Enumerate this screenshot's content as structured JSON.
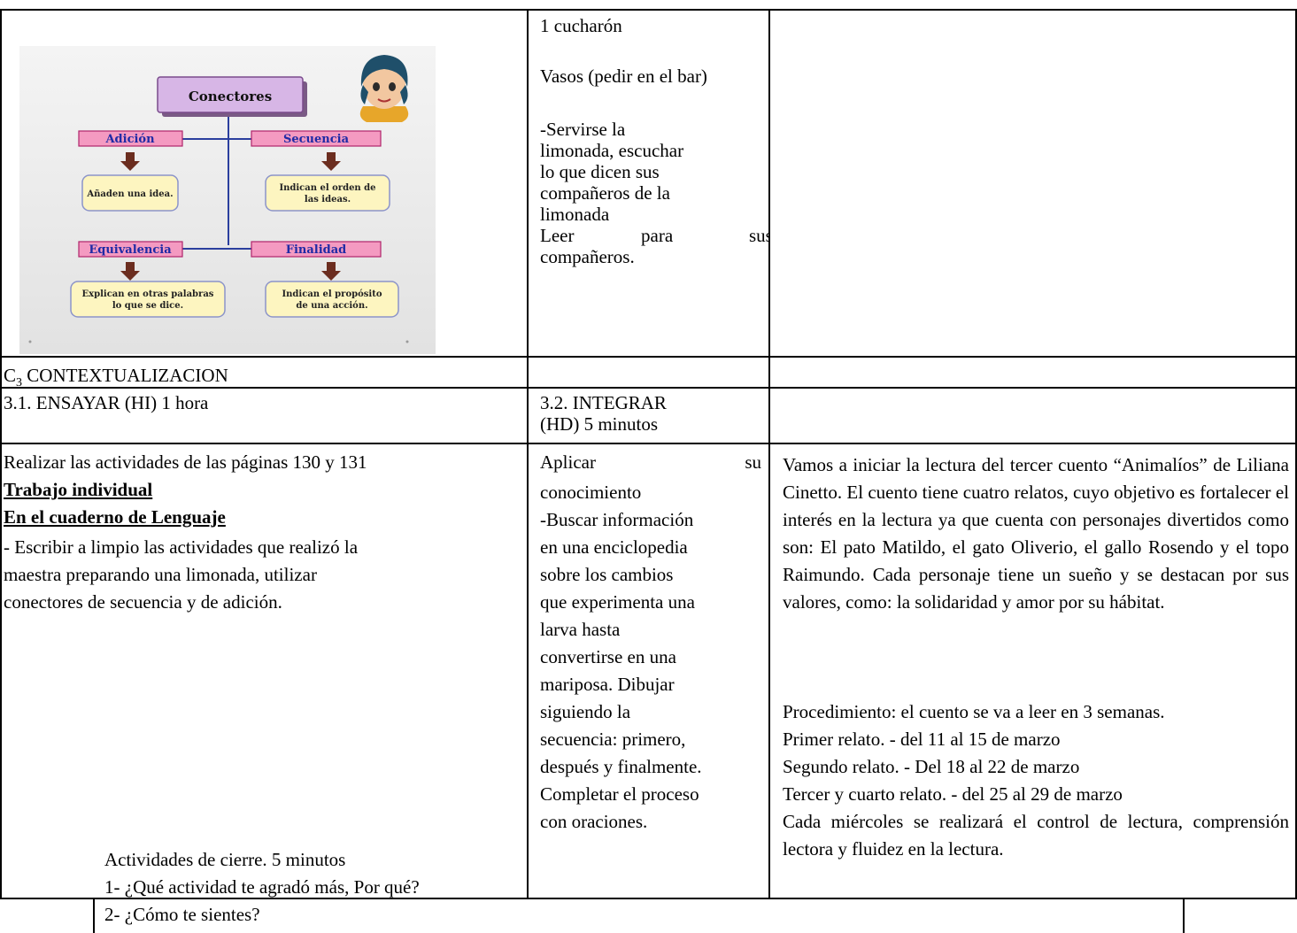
{
  "diagram": {
    "title": "Conectores",
    "boxes": [
      {
        "label": "Adición",
        "desc": [
          "Añaden una idea."
        ]
      },
      {
        "label": "Secuencia",
        "desc": [
          "Indican el orden de",
          "las ideas."
        ]
      },
      {
        "label": "Equivalencia",
        "desc": [
          "Explican en otras palabras",
          "lo que se dice."
        ]
      },
      {
        "label": "Finalidad",
        "desc": [
          "Indican el propósito",
          "de una acción."
        ]
      }
    ]
  },
  "top_middle": {
    "line1": "1 cucharón",
    "line2": "Vasos (pedir en el bar)",
    "para": "-Servirse la\nlimonada, escuchar\nlo que dicen sus\ncompañeros de la\nlimonada",
    "leer": [
      "Leer",
      "para",
      "sus"
    ],
    "last": "compañeros."
  },
  "section": {
    "c": "C",
    "sub": "3",
    "title": " CONTEXTUALIZACION"
  },
  "headers": {
    "ensayar": "3.1. ENSAYAR (HI) 1 hora",
    "integrar": "3.2. INTEGRAR\n(HD) 5 minutos"
  },
  "left_col": {
    "line1": "Realizar las actividades de las páginas 130 y 131",
    "bold1": "Trabajo individual",
    "bold2": "En el cuaderno de Lenguaje",
    "para": "- Escribir a limpio las actividades que realizó la\nmaestra preparando una limonada, utilizar\nconectores de secuencia y de adición."
  },
  "mid_col": {
    "aplicar": [
      "Aplicar",
      "su"
    ],
    "para": "conocimiento\n-Buscar información\nen una enciclopedia\nsobre los cambios\nque experimenta una\nlarva hasta\nconvertirse en una\nmariposa.  Dibujar\nsiguiendo la\nsecuencia: primero,\ndespués y finalmente.\nCompletar el proceso\ncon oraciones."
  },
  "right_col": {
    "justified": "Vamos a iniciar la lectura del tercer cuento “Animalíos” de Liliana Cinetto.  El cuento tiene cuatro relatos, cuyo objetivo es fortalecer el interés en la lectura ya que cuenta con personajes divertidos como son: El pato Matildo, el gato Oliverio, el gallo Rosendo y el topo Raimundo.  Cada personaje tiene un sueño y se destacan por sus valores, como: la solidaridad y amor por su hábitat.",
    "proc": "Procedimiento: el cuento se va a leer en 3 semanas.",
    "r1": "Primer relato. - del 11 al 15 de marzo",
    "r2": "Segundo relato. - Del 18 al 22 de marzo",
    "r3": "Tercer y cuarto relato. - del 25 al 29 de marzo",
    "last": "Cada miércoles se realizará el control de lectura, comprensión lectora y fluidez en la lectura."
  },
  "cierre": {
    "title": "Actividades de cierre. 5 minutos",
    "q1": "1- ¿Qué actividad te agradó más, Por qué?",
    "q2": "2- ¿Cómo te sientes?"
  }
}
